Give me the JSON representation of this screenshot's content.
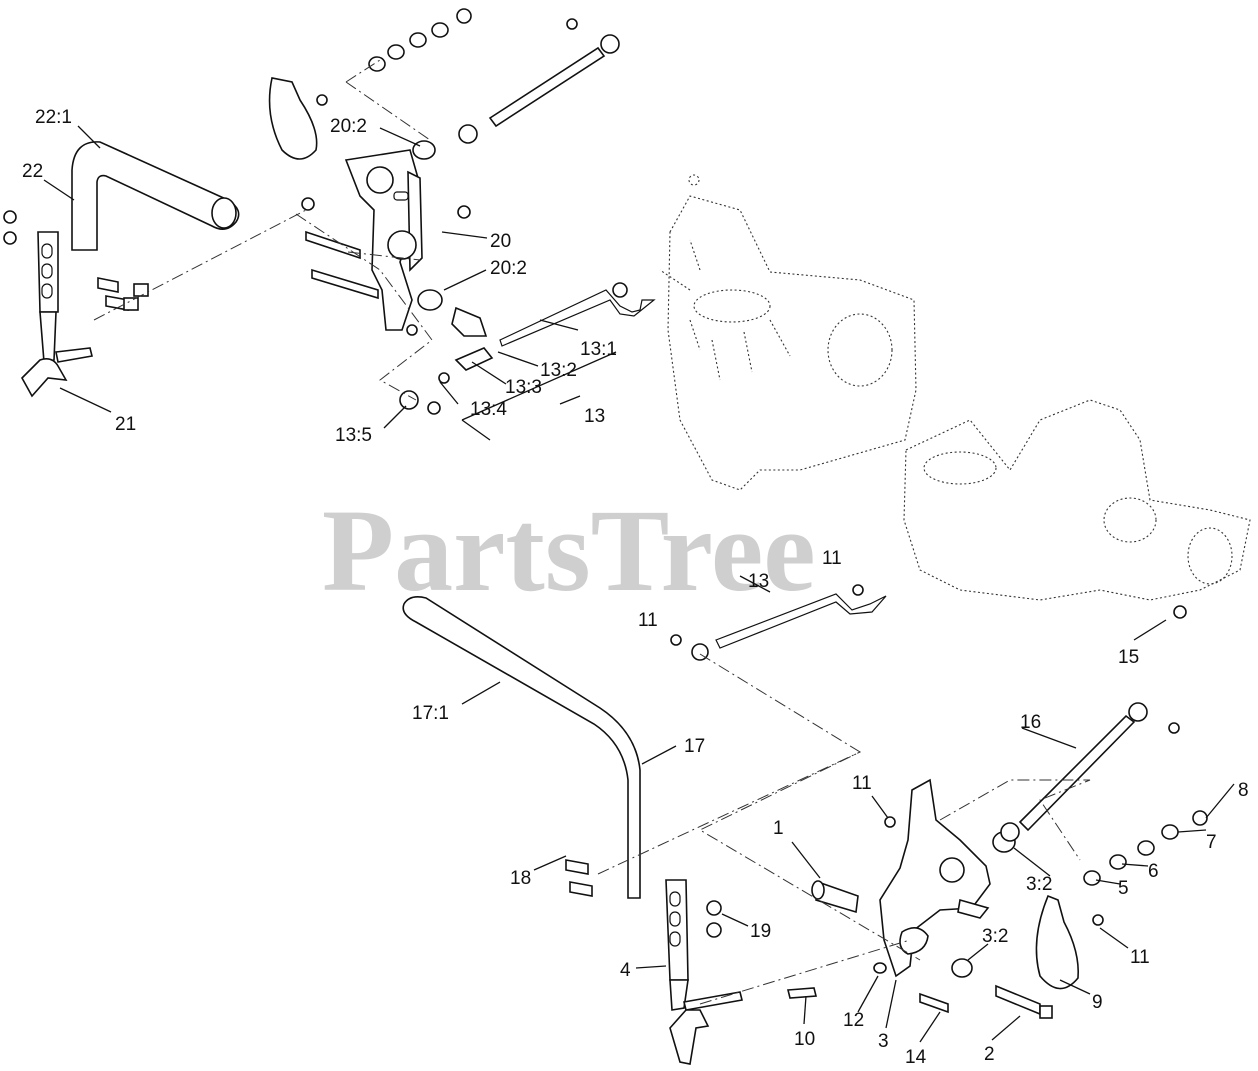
{
  "watermark": "PartsTree",
  "callouts": [
    {
      "id": "22-1",
      "text": "22:1"
    },
    {
      "id": "22",
      "text": "22"
    },
    {
      "id": "20-2-top",
      "text": "20:2"
    },
    {
      "id": "20",
      "text": "20"
    },
    {
      "id": "20-2-bottom",
      "text": "20:2"
    },
    {
      "id": "21",
      "text": "21"
    },
    {
      "id": "13-1",
      "text": "13:1"
    },
    {
      "id": "13-2",
      "text": "13:2"
    },
    {
      "id": "13-3",
      "text": "13:3"
    },
    {
      "id": "13-4",
      "text": "13:4"
    },
    {
      "id": "13-5",
      "text": "13:5"
    },
    {
      "id": "13-top",
      "text": "13"
    },
    {
      "id": "11-a",
      "text": "11"
    },
    {
      "id": "13-mid",
      "text": "13"
    },
    {
      "id": "11-b",
      "text": "11"
    },
    {
      "id": "15",
      "text": "15"
    },
    {
      "id": "17-1",
      "text": "17:1"
    },
    {
      "id": "17",
      "text": "17"
    },
    {
      "id": "16",
      "text": "16"
    },
    {
      "id": "11-c",
      "text": "11"
    },
    {
      "id": "8",
      "text": "8"
    },
    {
      "id": "1",
      "text": "1"
    },
    {
      "id": "7",
      "text": "7"
    },
    {
      "id": "3-2-a",
      "text": "3:2"
    },
    {
      "id": "6",
      "text": "6"
    },
    {
      "id": "18",
      "text": "18"
    },
    {
      "id": "5",
      "text": "5"
    },
    {
      "id": "19",
      "text": "19"
    },
    {
      "id": "3-2-b",
      "text": "3:2"
    },
    {
      "id": "11-d",
      "text": "11"
    },
    {
      "id": "4",
      "text": "4"
    },
    {
      "id": "9",
      "text": "9"
    },
    {
      "id": "10",
      "text": "10"
    },
    {
      "id": "12",
      "text": "12"
    },
    {
      "id": "3",
      "text": "3"
    },
    {
      "id": "14",
      "text": "14"
    },
    {
      "id": "2",
      "text": "2"
    }
  ]
}
